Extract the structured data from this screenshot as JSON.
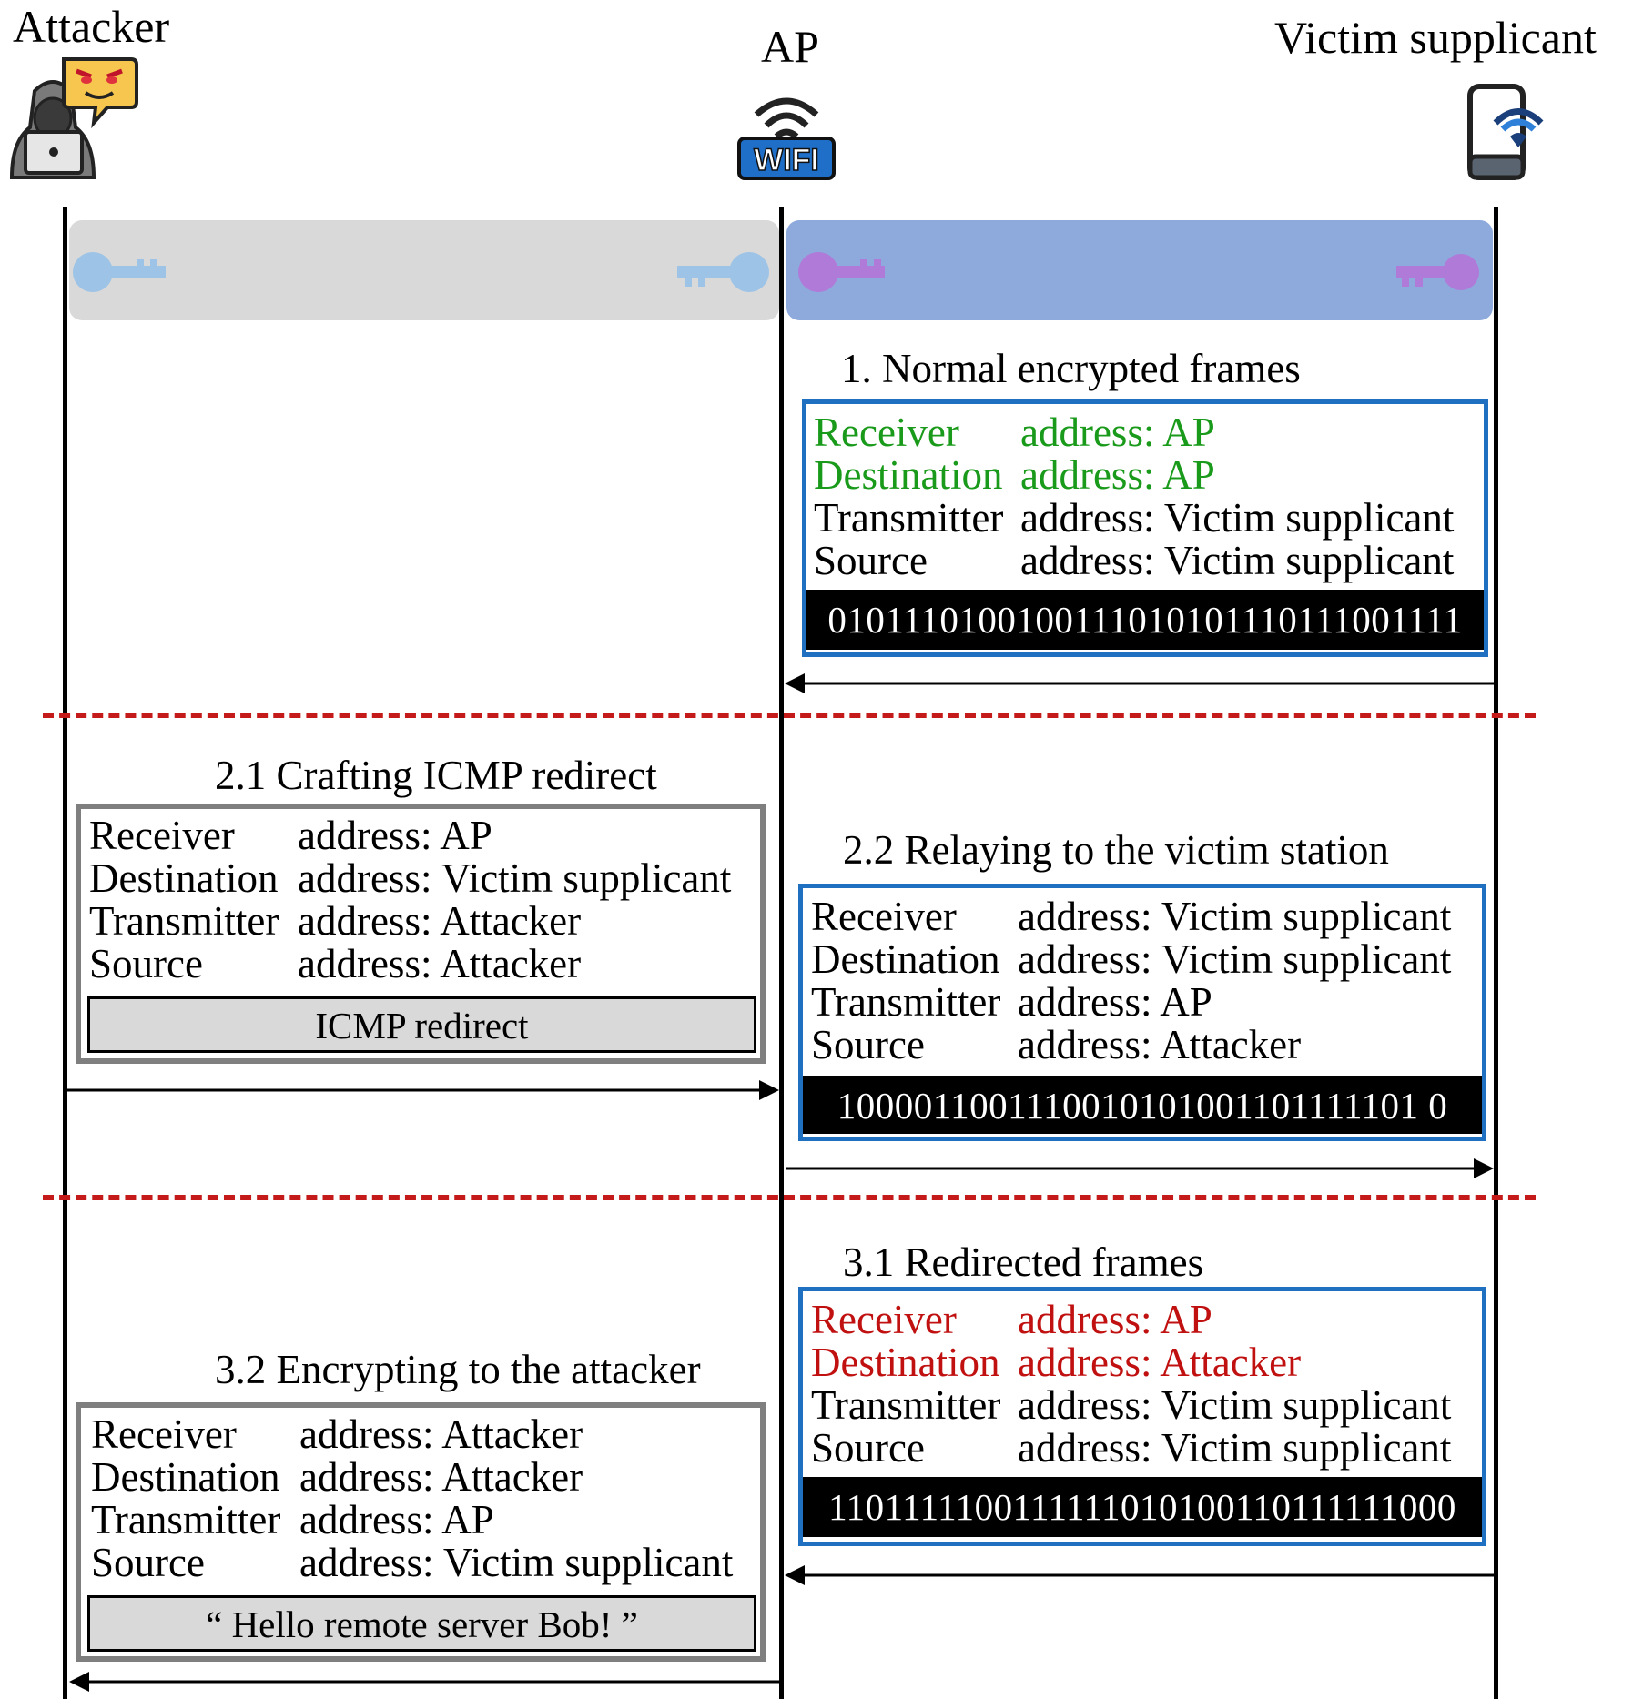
{
  "actors": {
    "attacker": "Attacker",
    "ap": "AP",
    "victim": "Victim supplicant",
    "wifi_badge": "WIFI"
  },
  "colors": {
    "lifeline": "#000000",
    "separator": "#c51a1a",
    "frame_border_blue": "#1f70c0",
    "frame_border_gray": "#7f7f7f",
    "band_attacker_ap": "#d9d9d9",
    "band_ap_victim": "#8eaadc",
    "key_attacker": "#9dc3e6",
    "key_victim": "#b07ad8",
    "highlight_green": "#1a9a1a",
    "highlight_red": "#c01010"
  },
  "icons": [
    "hacker-icon",
    "wifi-router-icon",
    "smartphone-wifi-icon",
    "key-icon"
  ],
  "steps": {
    "s1": {
      "title": "1. Normal encrypted frames",
      "rows": [
        {
          "label": "Receiver",
          "value": "address: AP"
        },
        {
          "label": "Destination",
          "value": "address: AP"
        },
        {
          "label": "Transmitter",
          "value": "address: Victim supplicant"
        },
        {
          "label": "Source",
          "value": "address: Victim supplicant"
        }
      ],
      "payload": "0101110100100111010101110111001111"
    },
    "s21": {
      "title": "2.1 Crafting ICMP redirect",
      "rows": [
        {
          "label": "Receiver",
          "value": "address: AP"
        },
        {
          "label": "Destination",
          "value": "address: Victim supplicant"
        },
        {
          "label": "Transmitter",
          "value": "address: Attacker"
        },
        {
          "label": "Source",
          "value": "address: Attacker"
        }
      ],
      "payload": "ICMP redirect"
    },
    "s22": {
      "title": "2.2 Relaying to the victim station",
      "rows": [
        {
          "label": "Receiver",
          "value": "address: Victim supplicant"
        },
        {
          "label": "Destination",
          "value": "address: Victim supplicant"
        },
        {
          "label": "Transmitter",
          "value": "address: AP"
        },
        {
          "label": "Source",
          "value": "address: Attacker"
        }
      ],
      "payload": "1000011001110010101001101111101 0"
    },
    "s31": {
      "title": "3.1 Redirected frames",
      "rows": [
        {
          "label": "Receiver",
          "value": "address: AP"
        },
        {
          "label": "Destination",
          "value": "address: Attacker"
        },
        {
          "label": "Transmitter",
          "value": "address: Victim supplicant"
        },
        {
          "label": "Source",
          "value": "address: Victim supplicant"
        }
      ],
      "payload": "1101111100111111010100110111111000"
    },
    "s32": {
      "title": "3.2 Encrypting to the attacker",
      "rows": [
        {
          "label": "Receiver",
          "value": "address: Attacker"
        },
        {
          "label": "Destination",
          "value": "address: Attacker"
        },
        {
          "label": "Transmitter",
          "value": "address: AP"
        },
        {
          "label": "Source",
          "value": "address: Victim supplicant"
        }
      ],
      "payload": "“ Hello remote server Bob! ”"
    }
  }
}
